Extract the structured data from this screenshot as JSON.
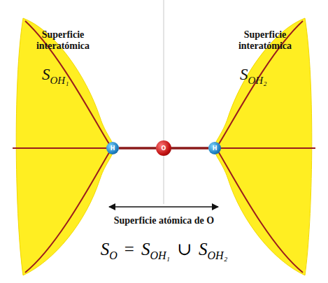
{
  "diagram": {
    "nodes": [
      {
        "text": [
          "Superficie interatómica",
          "S",
          "OH₁"
        ]
      },
      {
        "text": [
          "Superficie interatómica",
          "S",
          "OH₂"
        ]
      },
      {
        "text": [
          "H"
        ]
      },
      {
        "text": [
          "O"
        ]
      },
      {
        "text": [
          "H"
        ]
      }
    ],
    "edges": [
      {
        "from": 2,
        "to": 3,
        "arrow": "none"
      },
      {
        "from": 3,
        "to": 4,
        "arrow": "none"
      }
    ],
    "labels": [
      "Superficie atómica de O",
      "S",
      "O",
      "=",
      "S",
      "OH₁",
      "∪",
      "S",
      "OH₂"
    ]
  }
}
